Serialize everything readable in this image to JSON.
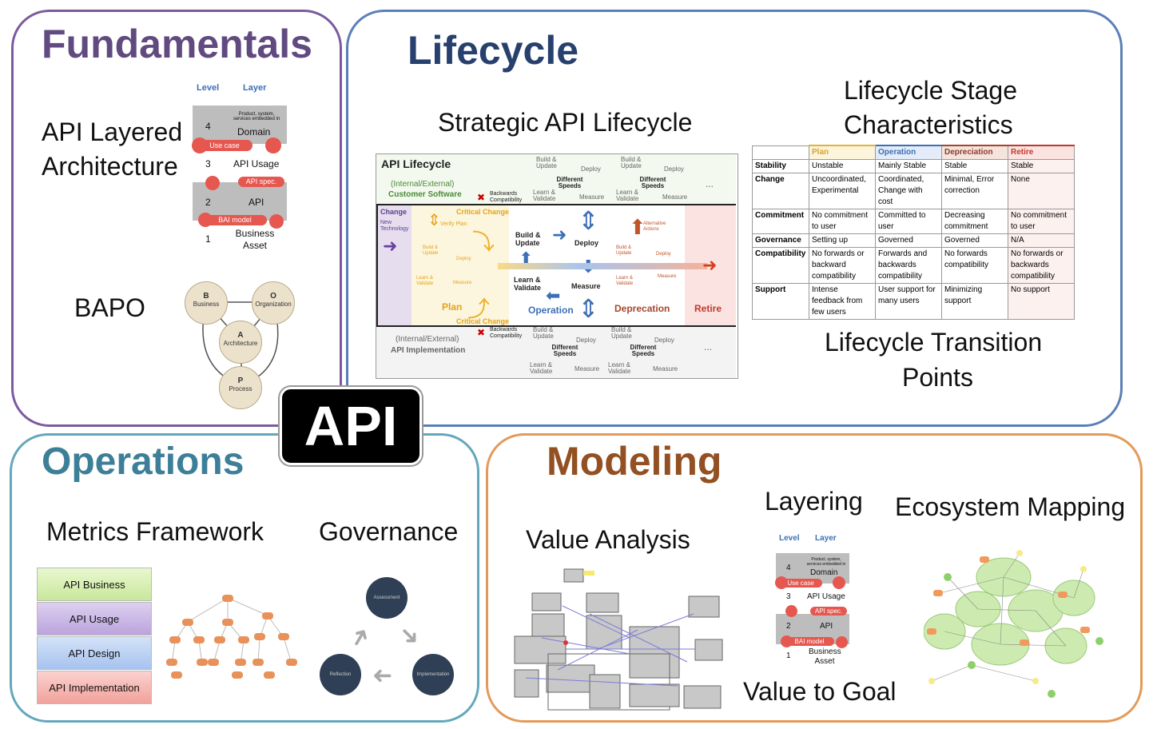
{
  "center_badge": "API",
  "fundamentals": {
    "title": "Fundamentals",
    "layered_label_1": "API Layered",
    "layered_label_2": "Architecture",
    "bapo_label": "BAPO",
    "layer_diagram": {
      "header_level": "Level",
      "header_layer": "Layer",
      "rows": [
        {
          "level": "4",
          "layer": "Domain",
          "note": "Product, system, services embedded in",
          "pill": "Use case"
        },
        {
          "level": "3",
          "layer": "API Usage",
          "pill": "API spec."
        },
        {
          "level": "2",
          "layer": "API",
          "pill": "BAI model"
        },
        {
          "level": "1",
          "layer": "Business Asset"
        }
      ]
    },
    "bapo": {
      "b": {
        "letter": "B",
        "word": "Business"
      },
      "o": {
        "letter": "O",
        "word": "Organization"
      },
      "a": {
        "letter": "A",
        "word": "Architecture"
      },
      "p": {
        "letter": "P",
        "word": "Process"
      }
    }
  },
  "lifecycle": {
    "title": "Lifecycle",
    "strategic_label": "Strategic API Lifecycle",
    "stage_char_label_1": "Lifecycle Stage",
    "stage_char_label_2": "Characteristics",
    "transition_label_1": "Lifecycle Transition",
    "transition_label_2": "Points",
    "diagram": {
      "top_title": "API Lifecycle",
      "top_sub_1": "(Internal/External)",
      "top_sub_2": "Customer Software",
      "backwards": "Backwards Compatibility",
      "build_update": "Build & Update",
      "deploy": "Deploy",
      "different_speeds": "Different Speeds",
      "learn_validate": "Learn & Validate",
      "measure": "Measure",
      "ellipsis": "...",
      "change": "Change",
      "new_technology": "New Technology",
      "critical_change": "Critical Change",
      "verify_plan": "Verify Plan",
      "plan": "Plan",
      "operation": "Operation",
      "deprecation": "Deprecation",
      "retire": "Retire",
      "alternative_actions": "Alternative Actions",
      "bottom_sub_1": "(Internal/External)",
      "bottom_sub_2": "API Implementation"
    },
    "table": {
      "headers": [
        "",
        "Plan",
        "Operation",
        "Depreciation",
        "Retire"
      ],
      "header_colors": [
        "#ffffff",
        "#d4a33a",
        "#3d6fb5",
        "#8b3a2a",
        "#c0392b"
      ],
      "rows": [
        [
          "Stability",
          "Unstable",
          "Mainly Stable",
          "Stable",
          "Stable"
        ],
        [
          "Change",
          "Uncoordinated, Experimental",
          "Coordinated, Change with cost",
          "Minimal, Error correction",
          "None"
        ],
        [
          "Commitment",
          "No commitment to user",
          "Committed to user",
          "Decreasing commitment",
          "No commitment to user"
        ],
        [
          "Governance",
          "Setting up",
          "Governed",
          "Governed",
          "N/A"
        ],
        [
          "Compatibility",
          "No forwards or backward compatibility",
          "Forwards and backwards compatibility",
          "No forwards compatibility",
          "No forwards or backwards compatibility"
        ],
        [
          "Support",
          "Intense feedback from few users",
          "User support for many users",
          "Minimizing support",
          "No support"
        ]
      ]
    }
  },
  "operations": {
    "title": "Operations",
    "metrics_label": "Metrics Framework",
    "governance_label": "Governance",
    "metrics": [
      {
        "label": "API Business",
        "color": "#d8efb4"
      },
      {
        "label": "API Usage",
        "color": "#c9b6e4"
      },
      {
        "label": "API Design",
        "color": "#b7cff2"
      },
      {
        "label": "API Implementation",
        "color": "#f6b8b4"
      }
    ],
    "governance_cycle": [
      "Assessment",
      "Implementation",
      "Reflection"
    ]
  },
  "modeling": {
    "title": "Modeling",
    "layering_label": "Layering",
    "ecosystem_label": "Ecosystem Mapping",
    "value_analysis_label": "Value Analysis",
    "value_goal_label": "Value to Goal",
    "layer_diagram": {
      "header_level": "Level",
      "header_layer": "Layer",
      "rows": [
        {
          "level": "4",
          "layer": "Domain",
          "note": "Product, system, services embedded in",
          "pill": "Use case"
        },
        {
          "level": "3",
          "layer": "API Usage",
          "pill": "API spec."
        },
        {
          "level": "2",
          "layer": "API",
          "pill": "BAI model"
        },
        {
          "level": "1",
          "layer": "Business Asset"
        }
      ]
    }
  }
}
